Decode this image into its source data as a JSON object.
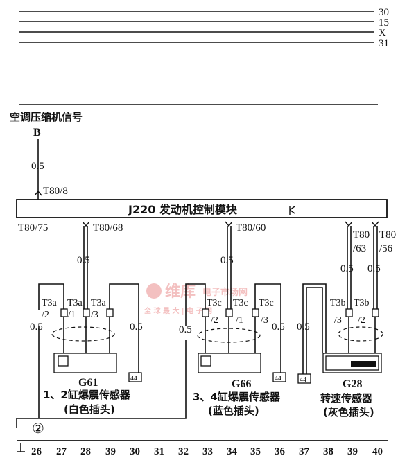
{
  "supply_lines": [
    "30",
    "15",
    "X",
    "31"
  ],
  "signal_title": "空调压缩机信号",
  "signal_pin": "B",
  "signal_wire": "0.5",
  "ecu_pin_top": "T80/8",
  "ecu_label": "J220 发动机控制模块",
  "ecu_pins_bottom": {
    "t75": "T80/75",
    "t68": "T80/68",
    "t60": "T80/60",
    "t63_a": "T80",
    "t63_b": "/63",
    "t56_a": "T80",
    "t56_b": "/56"
  },
  "wire_size": "0.5",
  "g61": {
    "pins": [
      {
        "a": "T3a",
        "b": "/2"
      },
      {
        "a": "T3a",
        "b": "/1"
      },
      {
        "a": "T3a",
        "b": "/3"
      }
    ],
    "name": "G61",
    "desc": "1、2缸爆震传感器",
    "note": "(白色插头)",
    "ground_ref": "44"
  },
  "g66": {
    "pins": [
      {
        "a": "T3c",
        "b": "/2"
      },
      {
        "a": "T3c",
        "b": "/1"
      },
      {
        "a": "T3c",
        "b": "/3"
      }
    ],
    "name": "G66",
    "desc": "3、4缸爆震传感器",
    "note": "(蓝色插头)",
    "ground_ref": "44"
  },
  "g28": {
    "pins": [
      {
        "a": "T3b",
        "b": "/3"
      },
      {
        "a": "T3b",
        "b": "/2"
      }
    ],
    "name": "G28",
    "desc": "转速传感器",
    "note": "(灰色插头)",
    "ground_ref": "44"
  },
  "ground_point": "②",
  "columns": [
    "26",
    "27",
    "28",
    "39",
    "30",
    "31",
    "32",
    "33",
    "34",
    "35",
    "36",
    "37",
    "38",
    "39",
    "40"
  ],
  "watermark": {
    "title": "维库",
    "sub": "电子市场网",
    "line": "全 球 最 大 | 电 子 网"
  }
}
